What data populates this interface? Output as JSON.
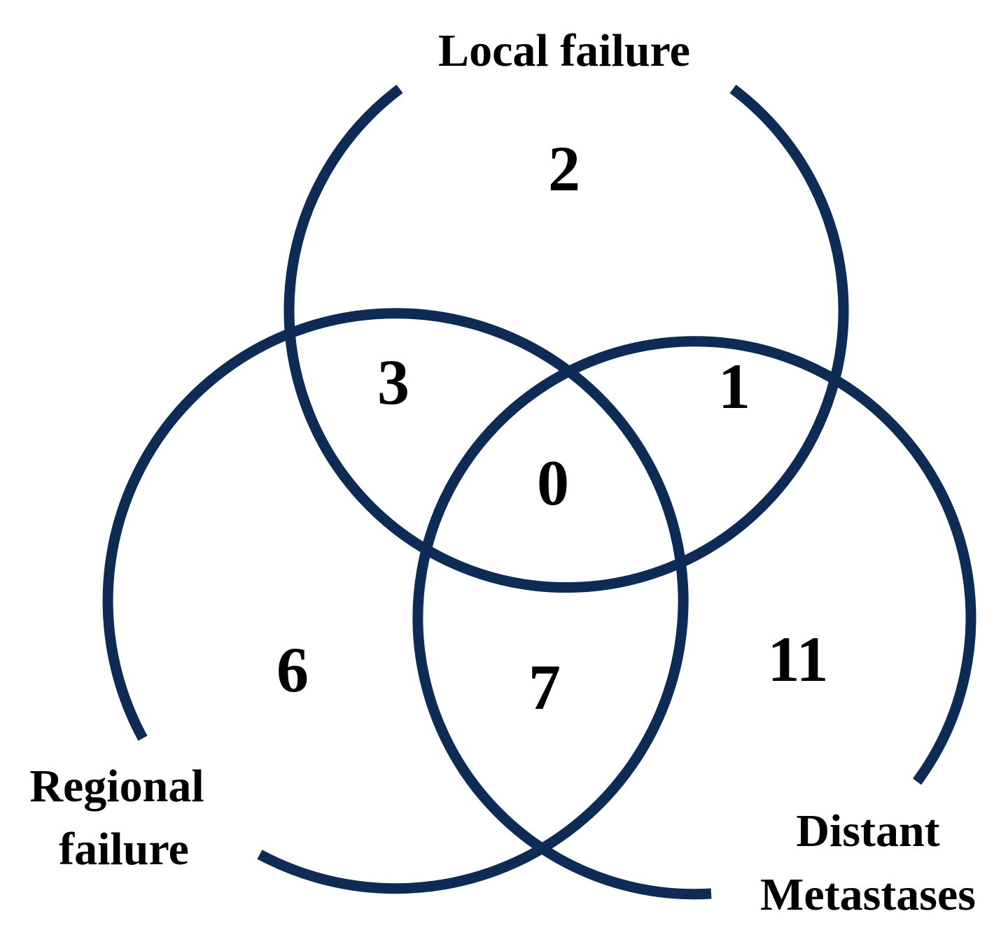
{
  "venn": {
    "line_color": "#0d2b55",
    "text_color": "#000000",
    "sets": {
      "local": {
        "label": "Local failure"
      },
      "regional": {
        "label_line1": "Regional",
        "label_line2": "failure"
      },
      "distant": {
        "label_line1": "Distant",
        "label_line2": "Metastases"
      }
    },
    "regions": {
      "local_only": 2,
      "local_regional": 3,
      "local_distant": 1,
      "all_three": 0,
      "regional_only": 6,
      "regional_distant": 7,
      "distant_only": 11
    }
  }
}
